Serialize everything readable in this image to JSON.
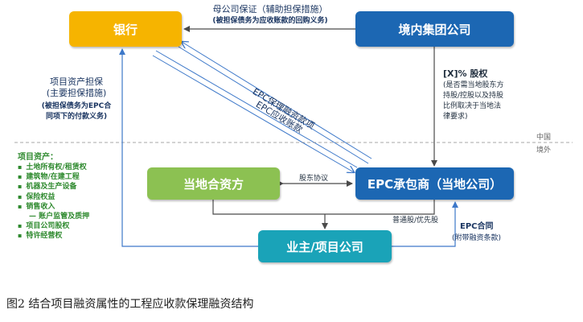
{
  "nodes": {
    "bank": "银行",
    "domestic_group": "境内集团公司",
    "local_partner": "当地合资方",
    "epc_contractor": "EPC承包商（当地公司）",
    "owner": "业主/项目公司"
  },
  "labels": {
    "parent_guarantee": "母公司保证（辅助担保措施）",
    "parent_guarantee_note": "(被担保债务为应收账款的回购义务)",
    "equity_title": "[X]% 股权",
    "equity_note_1": "(是否需当地股东方",
    "equity_note_2": "持股/控股以及持股",
    "equity_note_3": "比例取决于当地法",
    "equity_note_4": "律要求)",
    "epc_financing": "EPC保理融资款项",
    "epc_receivable": "EPC应收账款",
    "asset_pledge_1": "项目资产担保",
    "asset_pledge_2": "(主要担保措施)",
    "asset_pledge_note_1": "(被担保债务为EPC合",
    "asset_pledge_note_2": "同项下的付款义务)",
    "region_china": "中国",
    "region_overseas": "境外",
    "shareholder_agreement": "股东协议",
    "common_preferred": "普通股/优先股",
    "epc_contract": "EPC合同",
    "epc_contract_note": "(附带融资条款)"
  },
  "project_assets": {
    "title": "项目资产：",
    "items": [
      "土地所有权/租赁权",
      "建筑物/在建工程",
      "机器及生产设备",
      "保险权益",
      "销售收入",
      "— 账户监管及质押",
      "项目公司股权",
      "特许经营权"
    ]
  },
  "caption": "图2   结合项目融资属性的工程应收款保理融资结构",
  "colors": {
    "bank": "#f6b400",
    "group": "#1c67b3",
    "local": "#8cc152",
    "epc": "#1c67b3",
    "owner": "#1aa3b8",
    "arrow": "#4a4a4a",
    "link": "#3d78c9"
  }
}
